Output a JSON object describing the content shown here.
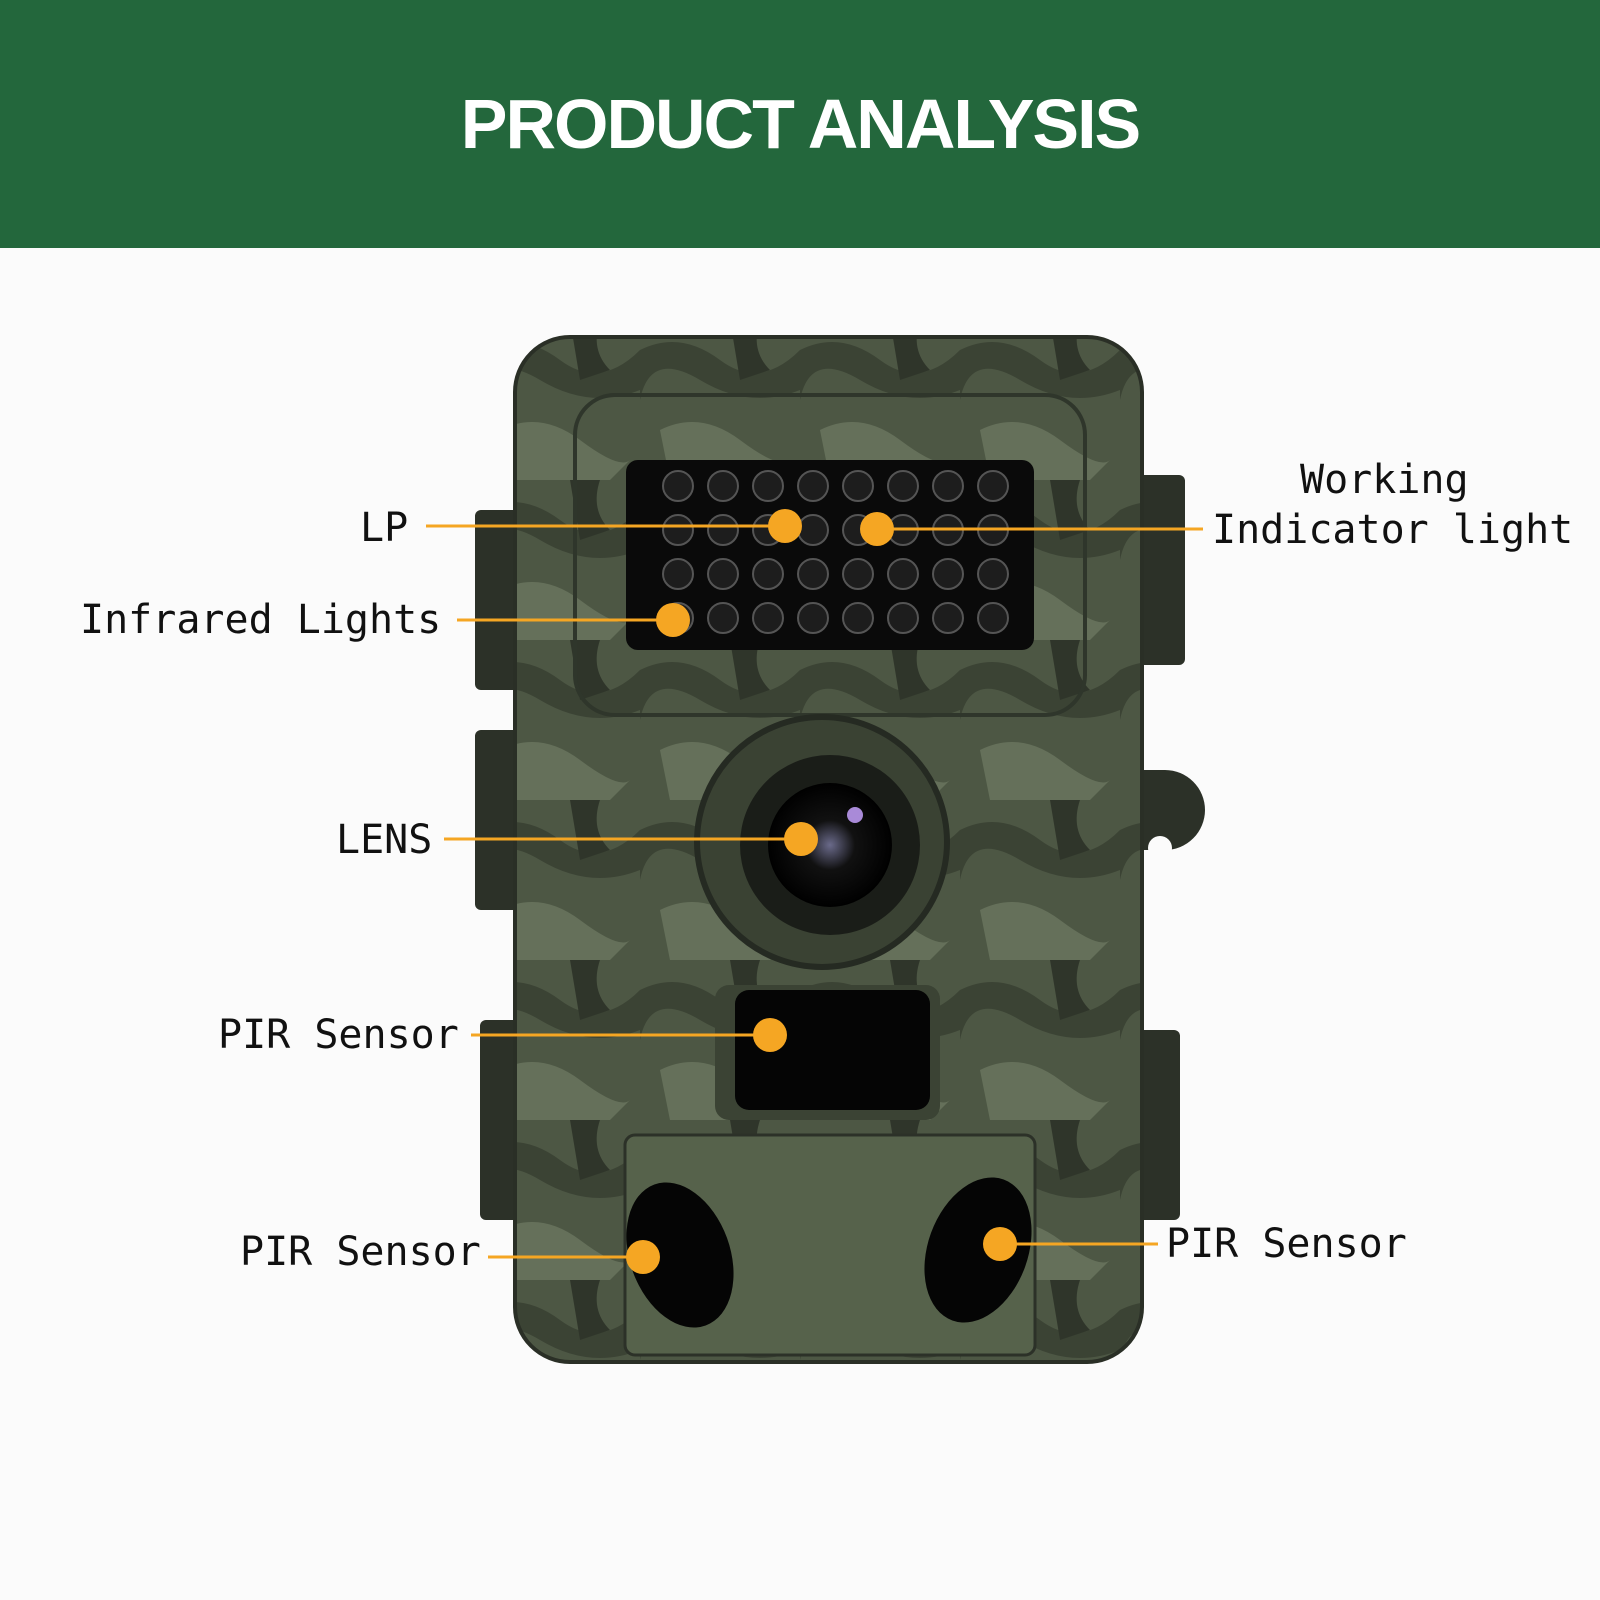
{
  "header": {
    "title": "PRODUCT ANALYSIS"
  },
  "callouts": {
    "lp": "LP",
    "infrared": "Infrared Lights",
    "working_1": "Working",
    "working_2": "Indicator light",
    "lens": "LENS",
    "pir_center": "PIR Sensor",
    "pir_left": "PIR Sensor",
    "pir_right": "PIR Sensor"
  },
  "colors": {
    "header": "#23673c",
    "callout": "#f5a623",
    "camo": "#4a5440"
  }
}
